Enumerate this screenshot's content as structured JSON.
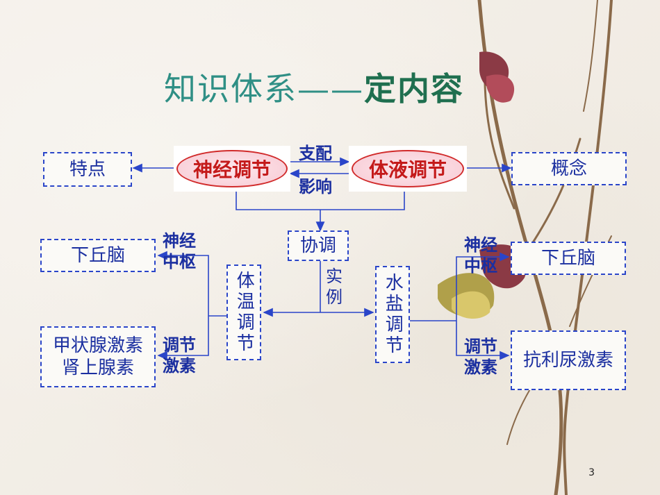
{
  "title": {
    "main": "知识体系——",
    "emphasis": "定内容"
  },
  "center": {
    "left": "神经调节",
    "right": "体液调节",
    "top_arrow": "支配",
    "bottom_arrow": "影响"
  },
  "left_feature": "特点",
  "right_concept": "概念",
  "coord": "协调",
  "example": "实例",
  "temp_reg": "体温调节",
  "water_reg": "水盐调节",
  "left_branch": {
    "neural_label": "神经中枢",
    "neural_target": "下丘脑",
    "hormone_label": "调节激素",
    "hormone_line1": "甲状腺激素",
    "hormone_line2": "肾上腺素"
  },
  "right_branch": {
    "neural_label": "神经中枢",
    "neural_target": "下丘脑",
    "hormone_label": "调节激素",
    "hormone_target": "抗利尿激素"
  },
  "page_number": "3",
  "colors": {
    "blue": "#1b2fa0",
    "red": "#c41a1a",
    "title_green": "#2f8f85"
  }
}
